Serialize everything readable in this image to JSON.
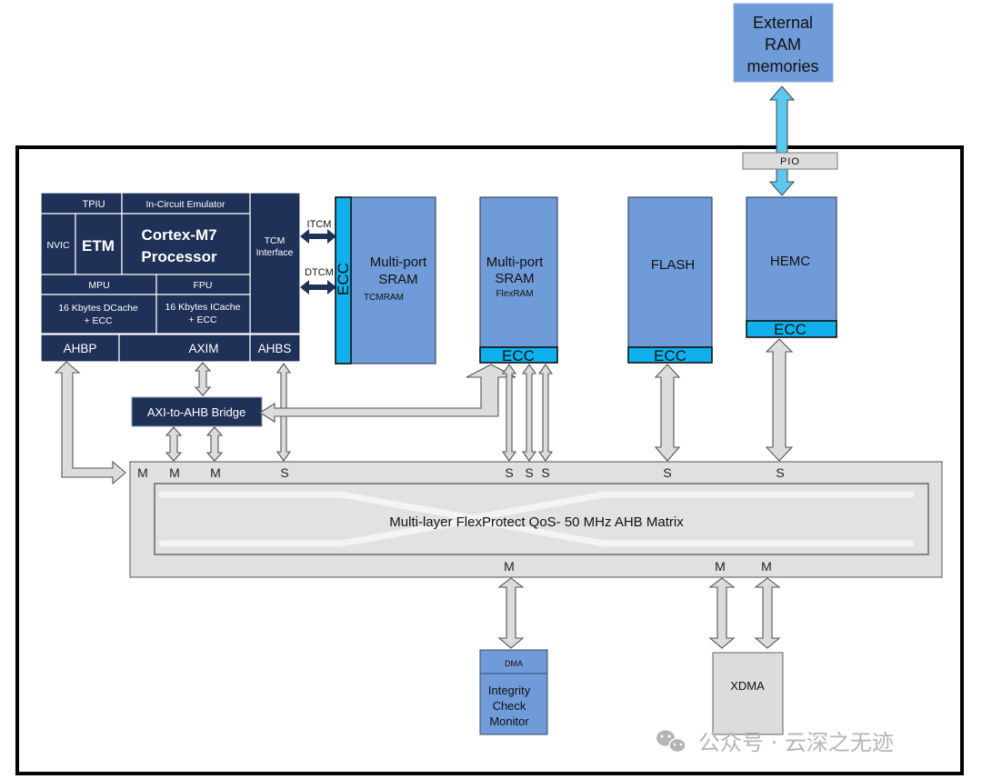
{
  "external": {
    "ram_lines": [
      "External",
      "RAM",
      "memories"
    ],
    "pio": "PIO"
  },
  "processor": {
    "tpiu": "TPIU",
    "ice": "In-Circuit Emulator",
    "nvic": "NVIC",
    "etm": "ETM",
    "core_lines": [
      "Cortex-M7",
      "Processor"
    ],
    "tcm_lines": [
      "TCM",
      "Interface"
    ],
    "mpu": "MPU",
    "fpu": "FPU",
    "dcache_lines": [
      "16 Kbytes DCache",
      "+ ECC"
    ],
    "icache_lines": [
      "16 Kbytes ICache",
      "+ ECC"
    ],
    "ahbp": "AHBP",
    "axim": "AXIM",
    "ahbs": "AHBS"
  },
  "tcm_links": {
    "itcm": "ITCM",
    "dtcm": "DTCM"
  },
  "tcmram": {
    "ecc": "ECC",
    "lines": [
      "Multi-port",
      "SRAM"
    ],
    "sub": "TCMRAM"
  },
  "flexram": {
    "lines": [
      "Multi-port",
      "SRAM"
    ],
    "sub": "FlexRAM",
    "ecc": "ECC"
  },
  "flash": {
    "label": "FLASH",
    "ecc": "ECC"
  },
  "hemc": {
    "label": "HEMC",
    "ecc": "ECC"
  },
  "bridge": {
    "label": "AXI-to-AHB Bridge"
  },
  "matrix": {
    "label": "Multi-layer FlexProtect QoS-  50 MHz AHB Matrix",
    "top_ports": [
      "M",
      "M",
      "M",
      "S",
      "S",
      "S",
      "S",
      "S",
      "S"
    ],
    "bottom_ports": [
      "M",
      "M",
      "M"
    ]
  },
  "icm": {
    "header": "DMA",
    "lines": [
      "Integrity",
      "Check",
      "Monitor"
    ]
  },
  "xdma": {
    "label": "XDMA"
  },
  "watermark": {
    "icon": "wechat-icon",
    "text": "公众号 · 云深之无迹"
  }
}
